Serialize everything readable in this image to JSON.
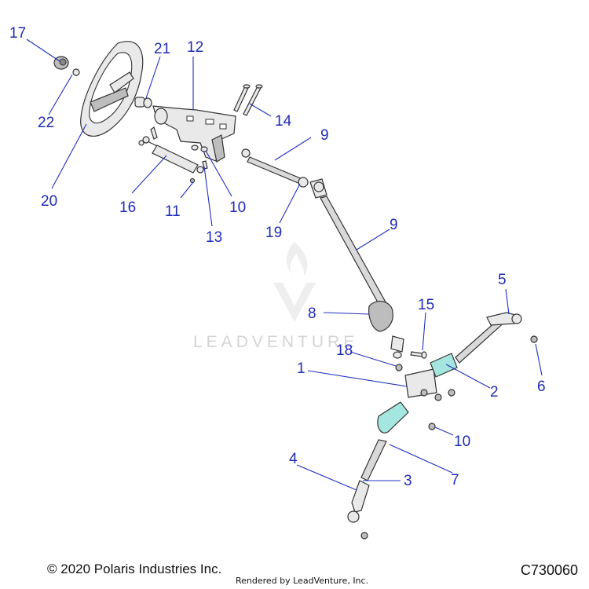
{
  "diagram": {
    "callouts": {
      "c1": "1",
      "c2": "2",
      "c3": "3",
      "c4": "4",
      "c5": "5",
      "c6": "6",
      "c7": "7",
      "c8": "8",
      "c9a": "9",
      "c9b": "9",
      "c10a": "10",
      "c10b": "10",
      "c11": "11",
      "c12": "12",
      "c13": "13",
      "c14": "14",
      "c15": "15",
      "c16": "16",
      "c17": "17",
      "c18": "18",
      "c19": "19",
      "c20": "20",
      "c21": "21",
      "c22": "22"
    },
    "watermark": "LEADVENTURE",
    "colors": {
      "callout": "#1f2bb5",
      "boot": "#a6e6e0"
    }
  },
  "footer": {
    "copyright": "© 2020 Polaris Industries Inc.",
    "rendered_by": "Rendered by LeadVenture, Inc.",
    "diagram_code": "C730060"
  }
}
